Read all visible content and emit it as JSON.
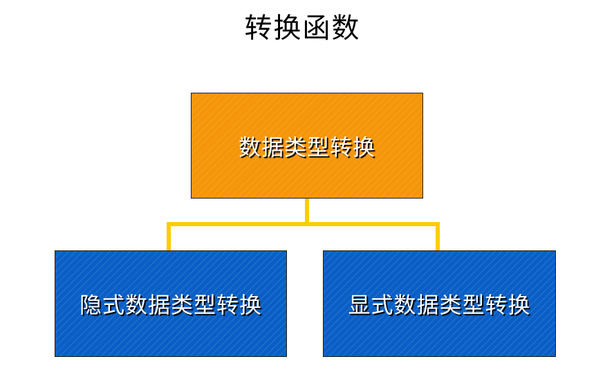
{
  "diagram": {
    "title": "转换函数",
    "root": {
      "label": "数据类型转换",
      "color": "#f5960a"
    },
    "children": [
      {
        "label": "隐式数据类型转换",
        "color": "#0a5fc6"
      },
      {
        "label": "显式数据类型转换",
        "color": "#0a5fc6"
      }
    ],
    "connector_color": "#ffcc00"
  }
}
